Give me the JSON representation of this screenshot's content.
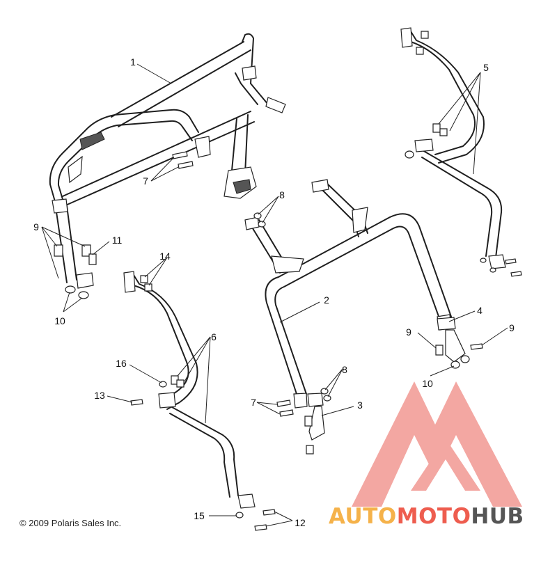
{
  "callouts": [
    {
      "id": "c1",
      "label": "1"
    },
    {
      "id": "c2",
      "label": "2"
    },
    {
      "id": "c3",
      "label": "3"
    },
    {
      "id": "c4",
      "label": "4"
    },
    {
      "id": "c5",
      "label": "5"
    },
    {
      "id": "c6",
      "label": "6"
    },
    {
      "id": "c7a",
      "label": "7"
    },
    {
      "id": "c7b",
      "label": "7"
    },
    {
      "id": "c8a",
      "label": "8"
    },
    {
      "id": "c8b",
      "label": "8"
    },
    {
      "id": "c9a",
      "label": "9"
    },
    {
      "id": "c9b",
      "label": "9"
    },
    {
      "id": "c9c",
      "label": "9"
    },
    {
      "id": "c10a",
      "label": "10"
    },
    {
      "id": "c10b",
      "label": "10"
    },
    {
      "id": "c11",
      "label": "11"
    },
    {
      "id": "c12",
      "label": "12"
    },
    {
      "id": "c13",
      "label": "13"
    },
    {
      "id": "c14",
      "label": "14"
    },
    {
      "id": "c15",
      "label": "15"
    },
    {
      "id": "c16",
      "label": "16"
    }
  ],
  "copyright": "© 2009 Polaris Sales Inc.",
  "watermark": {
    "word_1": "AUTO",
    "word_2": "MOTO",
    "word_3": "HUB",
    "colors": {
      "auto": "#f5b24a",
      "moto": "#ee5d4f",
      "hub": "#555555",
      "logo": "#f08a84"
    }
  }
}
